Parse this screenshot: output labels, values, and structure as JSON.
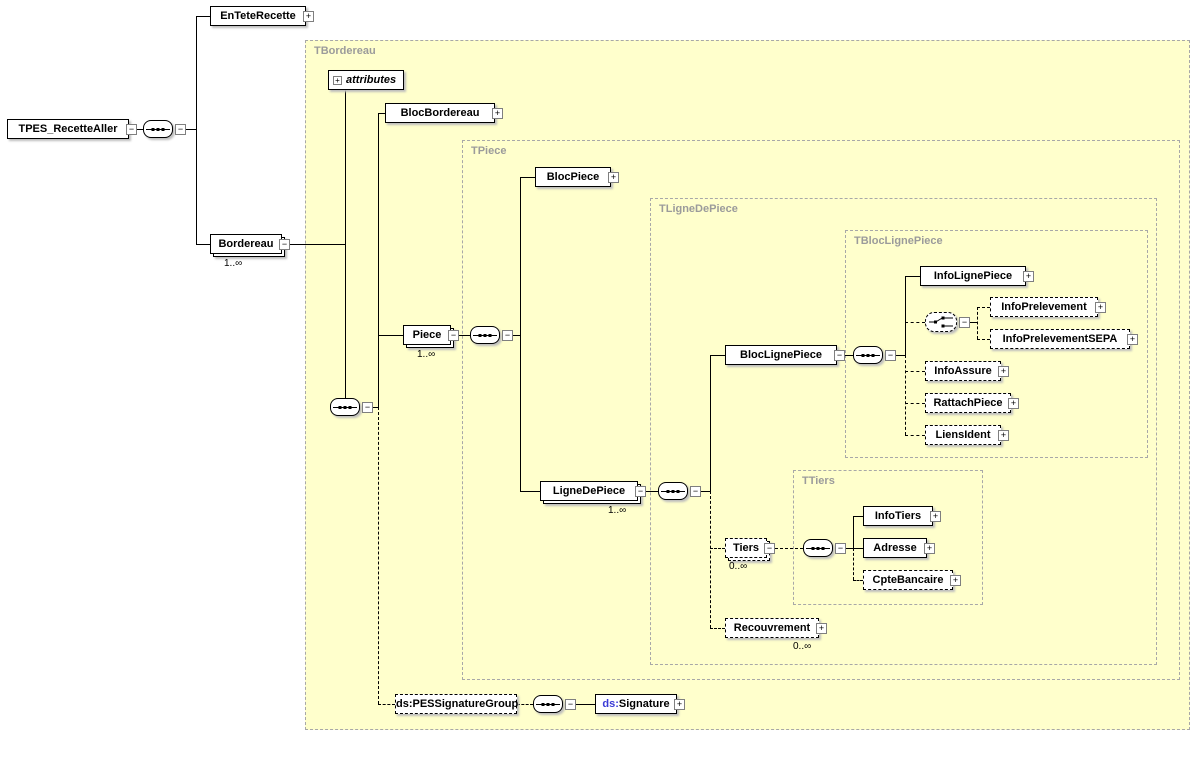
{
  "icons": {
    "plus": "+",
    "minus": "−"
  },
  "panels": {
    "tbordereau": "TBordereau",
    "tpiece": "TPiece",
    "tlignedepiece": "TLigneDePiece",
    "tbloclignepiece": "TBlocLignePiece",
    "ttiers": "TTiers"
  },
  "nodes": {
    "root": {
      "label": "TPES_RecetteAller"
    },
    "entete": {
      "label": "EnTeteRecette"
    },
    "bordereau": {
      "label": "Bordereau",
      "cardinality": "1..∞"
    },
    "attributes": {
      "label": "attributes"
    },
    "blocbordereau": {
      "label": "BlocBordereau"
    },
    "piece": {
      "label": "Piece",
      "cardinality": "1..∞"
    },
    "blocpiece": {
      "label": "BlocPiece"
    },
    "lignedepiece": {
      "label": "LigneDePiece",
      "cardinality": "1..∞"
    },
    "bloclignepiece": {
      "label": "BlocLignePiece"
    },
    "infolignepiece": {
      "label": "InfoLignePiece"
    },
    "infoprelevement": {
      "label": "InfoPrelevement"
    },
    "infoprelevementsepa": {
      "label": "InfoPrelevementSEPA"
    },
    "infoassure": {
      "label": "InfoAssure"
    },
    "rattachpiece": {
      "label": "RattachPiece"
    },
    "liensident": {
      "label": "LiensIdent"
    },
    "tiers": {
      "label": "Tiers",
      "cardinality": "0..∞"
    },
    "infotiers": {
      "label": "InfoTiers"
    },
    "adresse": {
      "label": "Adresse"
    },
    "cptebancaire": {
      "label": "CpteBancaire"
    },
    "recouvrement": {
      "label": "Recouvrement",
      "cardinality": "0..∞"
    },
    "pessignaturegroup": {
      "label": "ds:PESSignatureGroup"
    },
    "signature": {
      "prefix": "ds:",
      "label": "Signature"
    }
  }
}
